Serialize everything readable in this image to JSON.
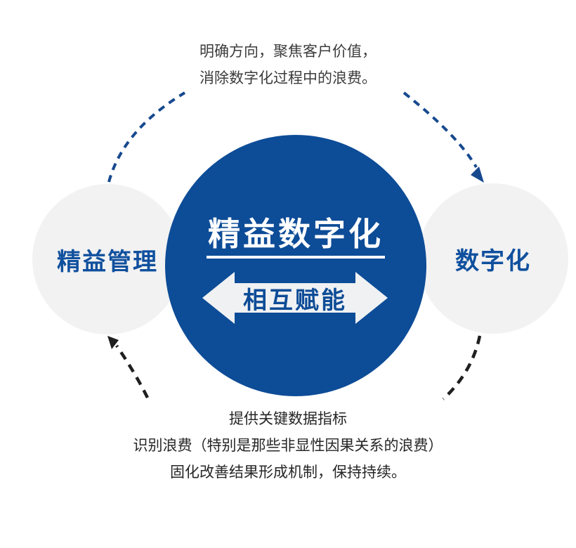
{
  "diagram": {
    "top_annotation": {
      "line1": "明确方向，聚焦客户价值，",
      "line2": "消除数字化过程中的浪费。"
    },
    "left_circle": {
      "label": "精益管理"
    },
    "center_circle": {
      "title": "精益数字化",
      "arrow_label": "相互赋能"
    },
    "right_circle": {
      "label": "数字化"
    },
    "bottom_annotation": {
      "line1": "提供关键数据指标",
      "line2": "识别浪费（特别是那些非显性因果关系的浪费）",
      "line3": "固化改善结果形成机制，保持持续。"
    },
    "icons": {
      "double_headed_arrow": "mutual-empowerment-arrow-icon",
      "top_arrowhead": "arrowhead-down-right-icon",
      "bottom_arrowhead": "arrowhead-up-left-icon"
    },
    "colors": {
      "background": "#ffffff",
      "primary_blue": "#0d4c97",
      "label_blue": "#10509e",
      "circle_gray": "#f2f2f2",
      "arrow_fill": "#eff1f3",
      "dash_blue": "#17498f",
      "dash_black": "#1f1f1f",
      "annotation_top_text": "#3c3c3c",
      "annotation_bottom_text": "#262626"
    }
  }
}
